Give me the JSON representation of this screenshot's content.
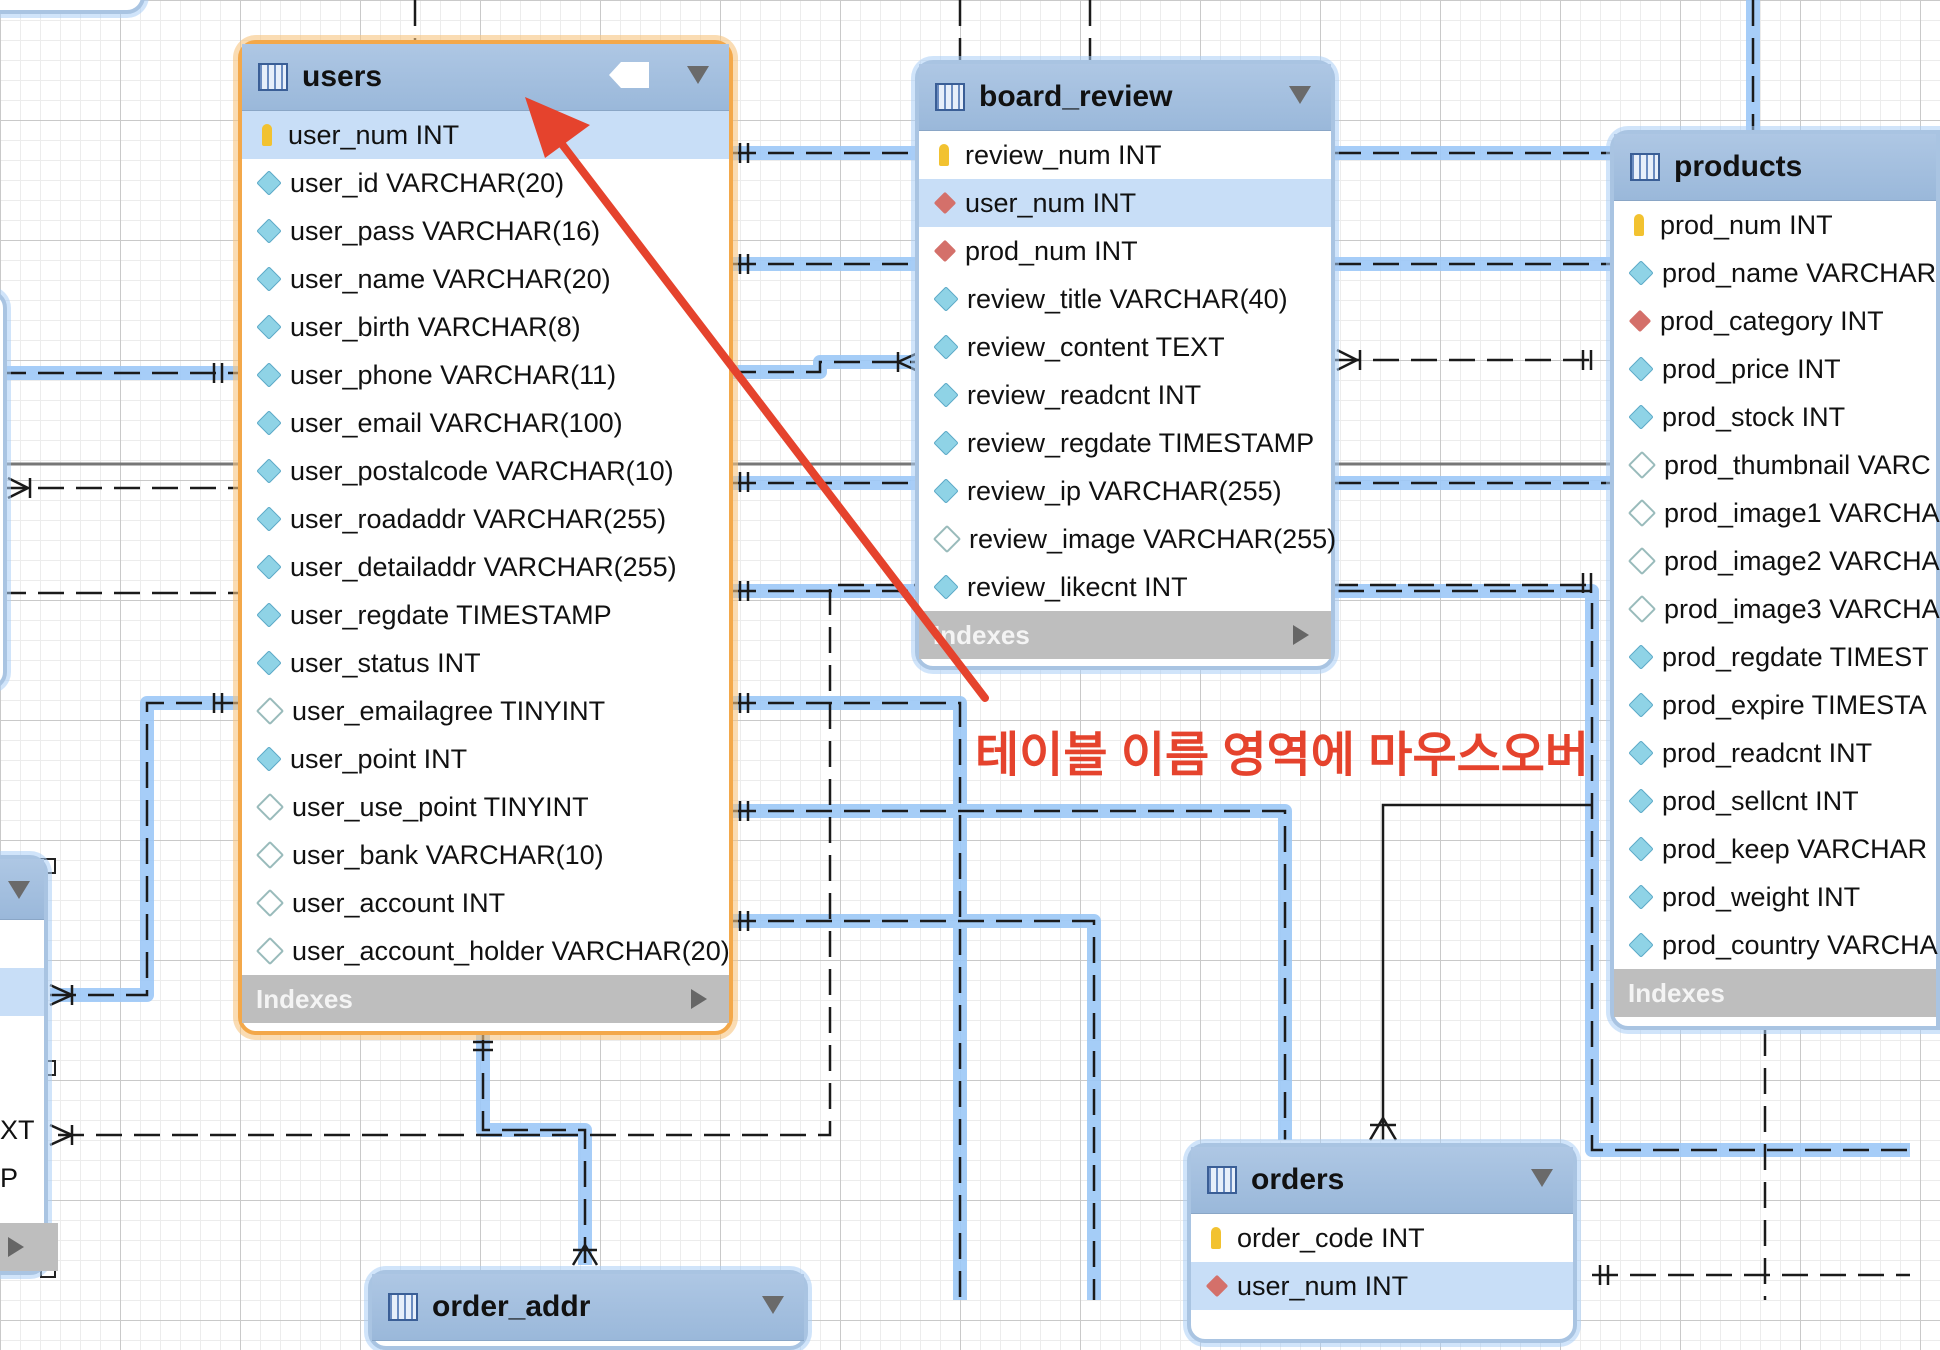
{
  "tables": {
    "users": {
      "name": "users",
      "columns": [
        {
          "text": "user_num INT",
          "kind": "pk"
        },
        {
          "text": "user_id VARCHAR(20)",
          "kind": "nn"
        },
        {
          "text": "user_pass VARCHAR(16)",
          "kind": "nn"
        },
        {
          "text": "user_name VARCHAR(20)",
          "kind": "nn"
        },
        {
          "text": "user_birth VARCHAR(8)",
          "kind": "nn"
        },
        {
          "text": "user_phone VARCHAR(11)",
          "kind": "nn"
        },
        {
          "text": "user_email VARCHAR(100)",
          "kind": "nn"
        },
        {
          "text": "user_postalcode VARCHAR(10)",
          "kind": "nn"
        },
        {
          "text": "user_roadaddr VARCHAR(255)",
          "kind": "nn"
        },
        {
          "text": "user_detailaddr VARCHAR(255)",
          "kind": "nn"
        },
        {
          "text": "user_regdate TIMESTAMP",
          "kind": "nn"
        },
        {
          "text": "user_status INT",
          "kind": "nn"
        },
        {
          "text": "user_emailagree TINYINT",
          "kind": "nul"
        },
        {
          "text": "user_point INT",
          "kind": "nn"
        },
        {
          "text": "user_use_point TINYINT",
          "kind": "nul"
        },
        {
          "text": "user_bank VARCHAR(10)",
          "kind": "nul"
        },
        {
          "text": "user_account INT",
          "kind": "nul"
        },
        {
          "text": "user_account_holder VARCHAR(20)",
          "kind": "nul"
        }
      ],
      "footer": "Indexes"
    },
    "board_review": {
      "name": "board_review",
      "columns": [
        {
          "text": "review_num INT",
          "kind": "pk"
        },
        {
          "text": "user_num INT",
          "kind": "fk"
        },
        {
          "text": "prod_num INT",
          "kind": "fk"
        },
        {
          "text": "review_title VARCHAR(40)",
          "kind": "nn"
        },
        {
          "text": "review_content TEXT",
          "kind": "nn"
        },
        {
          "text": "review_readcnt INT",
          "kind": "nn"
        },
        {
          "text": "review_regdate TIMESTAMP",
          "kind": "nn"
        },
        {
          "text": "review_ip VARCHAR(255)",
          "kind": "nn"
        },
        {
          "text": "review_image VARCHAR(255)",
          "kind": "nul"
        },
        {
          "text": "review_likecnt INT",
          "kind": "nn"
        }
      ],
      "footer": "Indexes"
    },
    "products": {
      "name": "products",
      "columns": [
        {
          "text": "prod_num INT",
          "kind": "pk"
        },
        {
          "text": "prod_name VARCHAR",
          "kind": "nn"
        },
        {
          "text": "prod_category INT",
          "kind": "fk"
        },
        {
          "text": "prod_price INT",
          "kind": "nn"
        },
        {
          "text": "prod_stock INT",
          "kind": "nn"
        },
        {
          "text": "prod_thumbnail VARC",
          "kind": "nul"
        },
        {
          "text": "prod_image1 VARCHA",
          "kind": "nul"
        },
        {
          "text": "prod_image2 VARCHA",
          "kind": "nul"
        },
        {
          "text": "prod_image3 VARCHA",
          "kind": "nul"
        },
        {
          "text": "prod_regdate TIMEST",
          "kind": "nn"
        },
        {
          "text": "prod_expire TIMESTA",
          "kind": "nn"
        },
        {
          "text": "prod_readcnt INT",
          "kind": "nn"
        },
        {
          "text": "prod_sellcnt INT",
          "kind": "nn"
        },
        {
          "text": "prod_keep VARCHAR",
          "kind": "nn"
        },
        {
          "text": "prod_weight INT",
          "kind": "nn"
        },
        {
          "text": "prod_country VARCHA",
          "kind": "nn"
        }
      ],
      "footer": "Indexes"
    },
    "orders": {
      "name": "orders",
      "columns": [
        {
          "text": "order_code INT",
          "kind": "pk"
        },
        {
          "text": "user_num INT",
          "kind": "fk"
        }
      ]
    },
    "order_addr": {
      "name": "order_addr"
    }
  },
  "fragments": {
    "left_xt": "XT",
    "left_p": "P"
  },
  "annotation": "테이블 이름 영역에 마우스오버",
  "colors": {
    "annotation": "#e5432d",
    "selection": "#f3a84a",
    "relationship": "#9cc8f7",
    "header": "#a3bfe0"
  },
  "icons": {
    "pk": "key-icon",
    "fk": "foreign-key-diamond-icon",
    "nn": "column-diamond-icon",
    "nul": "nullable-diamond-icon",
    "table": "table-icon"
  }
}
